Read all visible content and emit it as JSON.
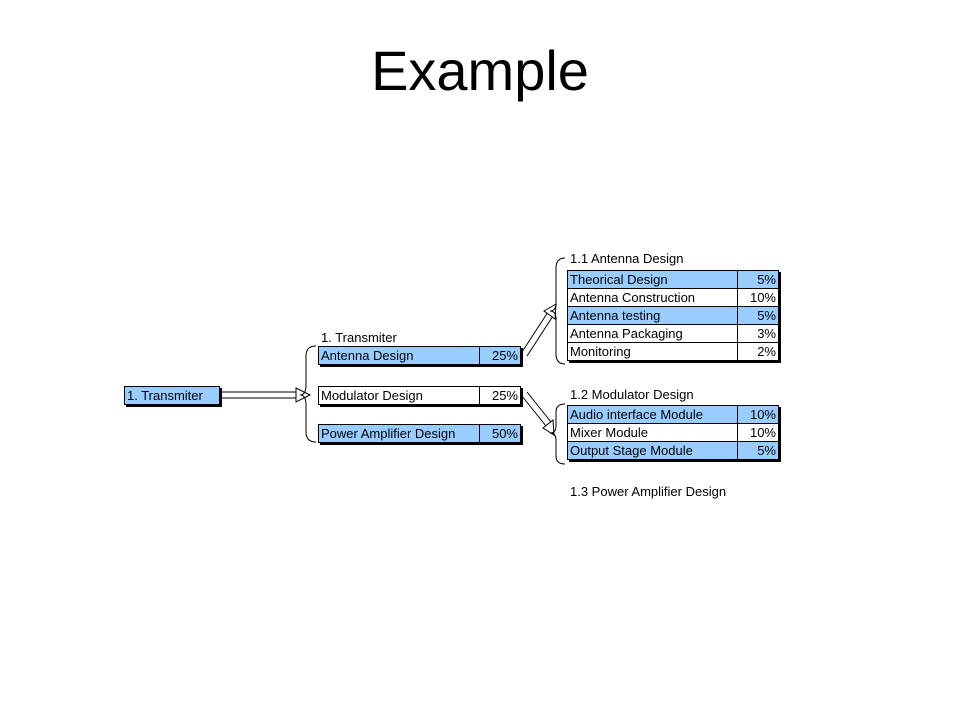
{
  "title": "Example",
  "root": {
    "label": "1. Transmiter",
    "color": "#99ccff"
  },
  "level1": {
    "label": "1. Transmiter",
    "items": [
      {
        "name": "Antenna Design",
        "pct": "25%",
        "highlight": true
      },
      {
        "name": "Modulator Design",
        "pct": "25%",
        "highlight": false
      },
      {
        "name": "Power Amplifier Design",
        "pct": "50%",
        "highlight": true
      }
    ]
  },
  "antenna": {
    "label": "1.1 Antenna Design",
    "items": [
      {
        "name": "Theorical Design",
        "pct": "5%",
        "highlight": true
      },
      {
        "name": "Antenna Construction",
        "pct": "10%",
        "highlight": false
      },
      {
        "name": "Antenna testing",
        "pct": "5%",
        "highlight": true
      },
      {
        "name": "Antenna Packaging",
        "pct": "3%",
        "highlight": false
      },
      {
        "name": "Monitoring",
        "pct": "2%",
        "highlight": false
      }
    ]
  },
  "modulator": {
    "label": "1.2 Modulator Design",
    "items": [
      {
        "name": "Audio interface Module",
        "pct": "10%",
        "highlight": true
      },
      {
        "name": "Mixer Module",
        "pct": "10%",
        "highlight": false
      },
      {
        "name": "Output Stage Module",
        "pct": "5%",
        "highlight": true
      }
    ]
  },
  "power_amp": {
    "label": "1.3 Power Amplifier Design"
  }
}
